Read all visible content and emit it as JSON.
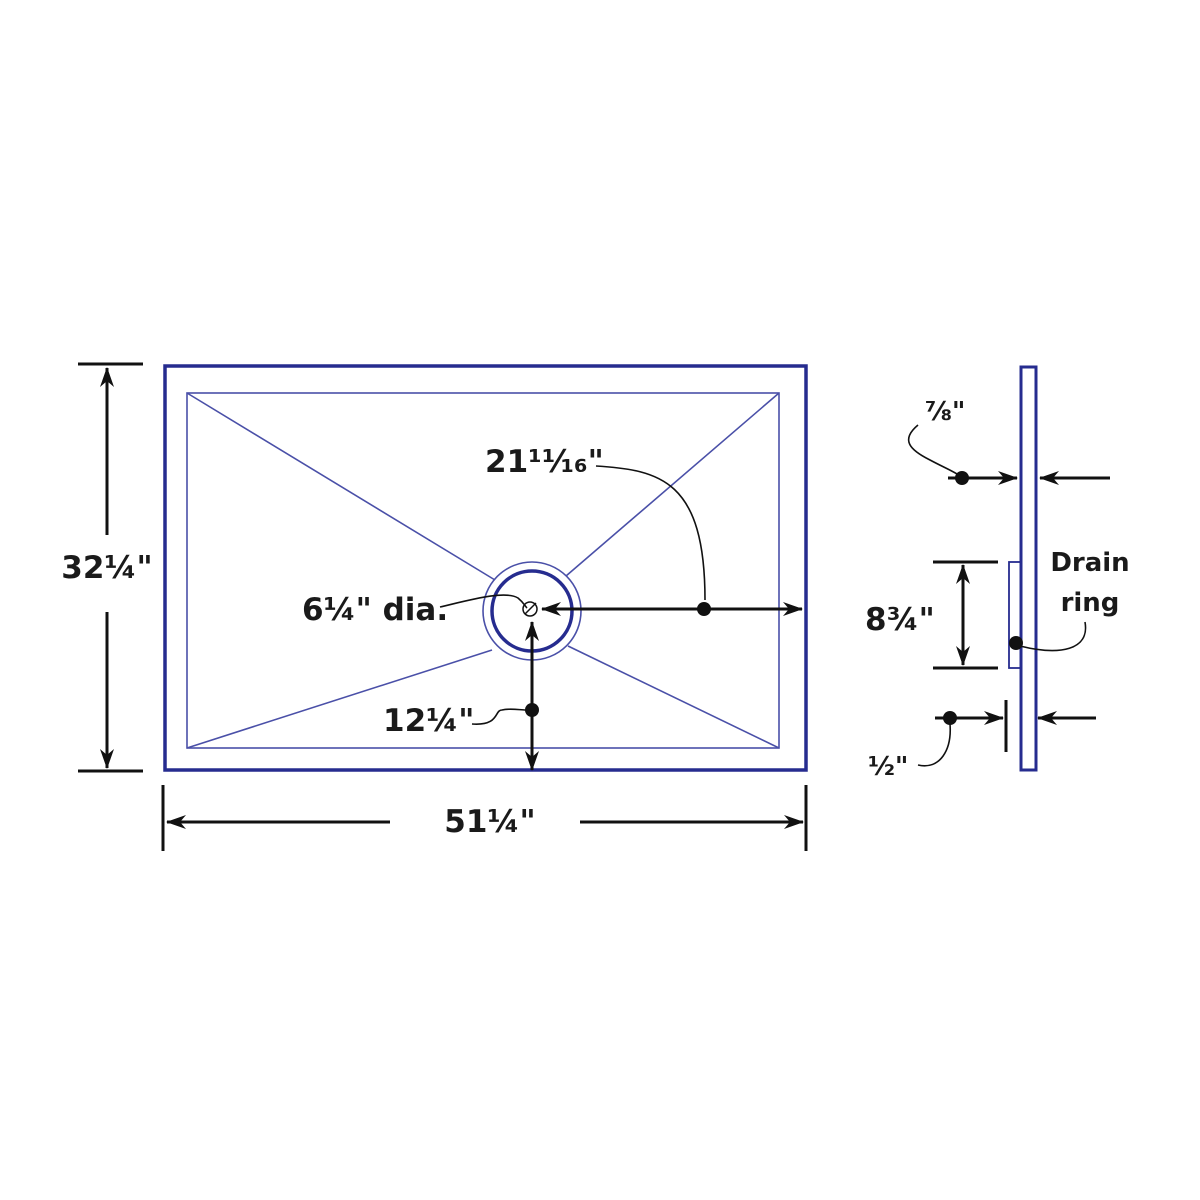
{
  "colors": {
    "outline": "#262c8f",
    "inner_line": "#4a50a8",
    "dimension": "#111111"
  },
  "plan_view": {
    "width_label": "51¼\"",
    "depth_label": "32¼\"",
    "drain_offset_x_label": "21¹¹⁄₁₆\"",
    "drain_offset_y_label": "12¼\"",
    "drain_diameter_label": "6¼\" dia."
  },
  "side_view": {
    "thickness_label": "⅞\"",
    "drain_ring_height_label": "8¾\"",
    "drain_ring_depth_label": "½\"",
    "drain_ring_label_line1": "Drain",
    "drain_ring_label_line2": "ring"
  }
}
